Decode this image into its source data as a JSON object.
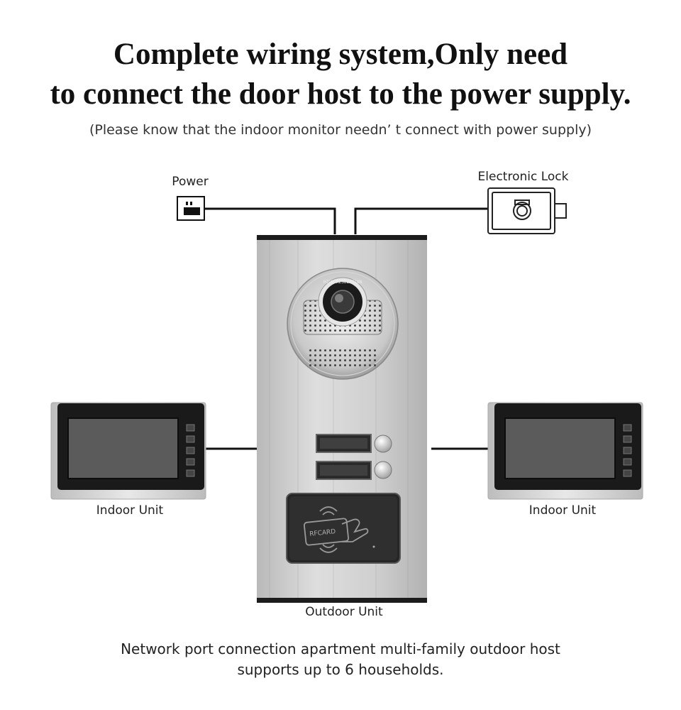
{
  "header": {
    "title_line1": "Complete wiring system,Only need",
    "title_line2": "to connect the door host to the power supply.",
    "subtitle": "(Please know that the indoor monitor needn’ t connect with power supply)"
  },
  "labels": {
    "power": "Power",
    "electronic_lock": "Electronic Lock",
    "indoor_unit_left": "Indoor Unit",
    "indoor_unit_right": "Indoor Unit",
    "outdoor_unit": "Outdoor Unit",
    "rfcard": "RFCARD",
    "camera_ring_text": "HIGH RESOLUTION"
  },
  "footer": {
    "line1": "Network port connection apartment multi-family outdoor host",
    "line2": "supports up to 6 households."
  },
  "colors": {
    "wire": "#111111",
    "panel_silver": "#c9c9c9",
    "monitor_bezel": "#1a1a1a",
    "screen": "#5a5a5a"
  }
}
